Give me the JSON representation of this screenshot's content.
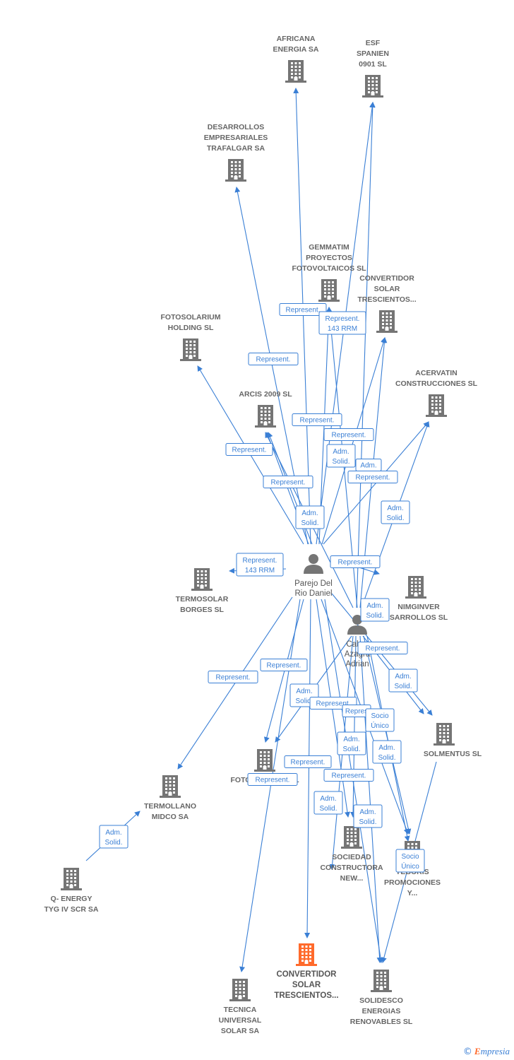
{
  "accent": "#3a7fd5",
  "building_color": "#757575",
  "main_building_color": "#ff6a2b",
  "footer": {
    "copyright": "©",
    "brand_first": "E",
    "brand_rest": "mpresia"
  },
  "companies": [
    {
      "id": "africana",
      "lines": [
        "AFRICANA",
        "ENERGIA SA"
      ]
    },
    {
      "id": "esf",
      "lines": [
        "ESF",
        "SPANIEN",
        "0901 SL"
      ]
    },
    {
      "id": "desarrollos",
      "lines": [
        "DESARROLLOS",
        "EMPRESARIALES",
        "TRAFALGAR SA"
      ]
    },
    {
      "id": "gemmatim",
      "lines": [
        "GEMMATIM",
        "PROYECTOS",
        "FOTOVOLTAICOS SL"
      ]
    },
    {
      "id": "convertidor_top",
      "lines": [
        "CONVERTIDOR",
        "SOLAR",
        "TRESCIENTOS..."
      ]
    },
    {
      "id": "fotosolarium",
      "lines": [
        "FOTOSOLARIUM",
        "HOLDING  SL"
      ]
    },
    {
      "id": "acervatin",
      "lines": [
        "ACERVATIN",
        "CONSTRUCCIONES SL"
      ]
    },
    {
      "id": "arcis",
      "lines": [
        "ARCIS 2009 SL"
      ]
    },
    {
      "id": "termosolar",
      "lines": [
        "TERMOSOLAR",
        "BORGES SL"
      ]
    },
    {
      "id": "nimginver",
      "lines": [
        "NIMGINVER",
        "SARROLLOS SL"
      ]
    },
    {
      "id": "solmentus",
      "lines": [
        "SOLMENTUS SL"
      ]
    },
    {
      "id": "fotovoltaica",
      "lines": [
        "FOTOVOLTAICA SL"
      ]
    },
    {
      "id": "termollano",
      "lines": [
        "TERMOLLANO",
        "MIDCO SA"
      ]
    },
    {
      "id": "qenergy",
      "lines": [
        "Q- ENERGY",
        "TYG IV SCR SA"
      ]
    },
    {
      "id": "sociedad",
      "lines": [
        "SOCIEDAD",
        "CONSTRUCTORA",
        "NEW..."
      ]
    },
    {
      "id": "yeboris",
      "lines": [
        "YEBORIS",
        "PROMOCIONES",
        "Y..."
      ]
    },
    {
      "id": "convertidor_main",
      "lines": [
        "CONVERTIDOR",
        "SOLAR",
        "TRESCIENTOS..."
      ]
    },
    {
      "id": "tecnica",
      "lines": [
        "TECNICA",
        "UNIVERSAL",
        "SOLAR SA"
      ]
    },
    {
      "id": "solidesco",
      "lines": [
        "SOLIDESCO",
        "ENERGIAS",
        "RENOVABLES SL"
      ]
    }
  ],
  "people": [
    {
      "id": "parejo",
      "lines": [
        "Parejo Del",
        "Rio Daniel"
      ]
    },
    {
      "id": "cabrera",
      "lines": [
        "Cabre",
        "Azagra",
        "Adrian"
      ]
    }
  ],
  "edge_labels": [
    {
      "id": "l1",
      "lines": [
        "Represent."
      ]
    },
    {
      "id": "l2",
      "lines": [
        "Represent.",
        "143 RRM"
      ]
    },
    {
      "id": "l3",
      "lines": [
        "Represent."
      ]
    },
    {
      "id": "l4",
      "lines": [
        "Represent."
      ]
    },
    {
      "id": "l5",
      "lines": [
        "Represent."
      ]
    },
    {
      "id": "l6",
      "lines": [
        "Represent."
      ]
    },
    {
      "id": "l7",
      "lines": [
        "Adm.",
        "Solid."
      ]
    },
    {
      "id": "l8",
      "lines": [
        "Adm."
      ]
    },
    {
      "id": "l9",
      "lines": [
        "Represent."
      ]
    },
    {
      "id": "l10",
      "lines": [
        "Represent."
      ]
    },
    {
      "id": "l11",
      "lines": [
        "Adm.",
        "Solid."
      ]
    },
    {
      "id": "l12",
      "lines": [
        "Adm.",
        "Solid."
      ]
    },
    {
      "id": "l13",
      "lines": [
        "Represent.",
        "143 RRM"
      ]
    },
    {
      "id": "l14",
      "lines": [
        "Represent."
      ]
    },
    {
      "id": "l15",
      "lines": [
        "Adm.",
        "Solid."
      ]
    },
    {
      "id": "l16",
      "lines": [
        "Represent."
      ]
    },
    {
      "id": "l17",
      "lines": [
        "Represent."
      ]
    },
    {
      "id": "l18",
      "lines": [
        "Represent."
      ]
    },
    {
      "id": "l19",
      "lines": [
        "Adm.",
        "Solid."
      ]
    },
    {
      "id": "l20",
      "lines": [
        "Adm.",
        "Solid."
      ]
    },
    {
      "id": "l21",
      "lines": [
        "Represent."
      ]
    },
    {
      "id": "l22",
      "lines": [
        "Repres"
      ]
    },
    {
      "id": "l23",
      "lines": [
        "Socio",
        "Único"
      ]
    },
    {
      "id": "l24",
      "lines": [
        "Adm.",
        "Solid."
      ]
    },
    {
      "id": "l25",
      "lines": [
        "Adm.",
        "Solid."
      ]
    },
    {
      "id": "l26",
      "lines": [
        "Represent."
      ]
    },
    {
      "id": "l27",
      "lines": [
        "Represent."
      ]
    },
    {
      "id": "l28",
      "lines": [
        "Represent."
      ]
    },
    {
      "id": "l29",
      "lines": [
        "Adm.",
        "Solid."
      ]
    },
    {
      "id": "l30",
      "lines": [
        "Adm.",
        "Solid."
      ]
    },
    {
      "id": "l31",
      "lines": [
        "Adm.",
        "Solid."
      ]
    },
    {
      "id": "l32",
      "lines": [
        "Socio",
        "Único"
      ]
    }
  ]
}
